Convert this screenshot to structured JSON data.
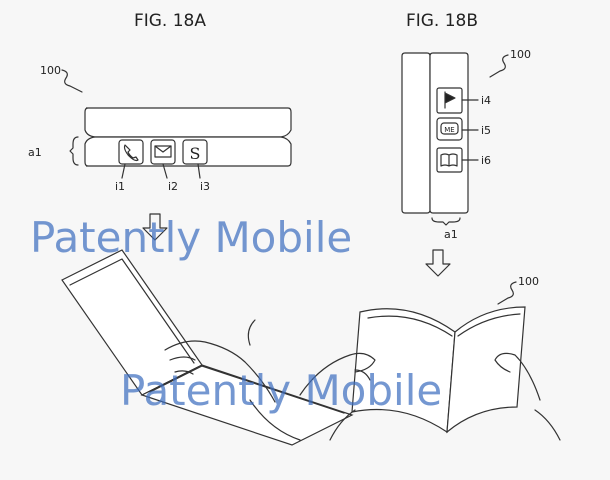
{
  "figures": {
    "a": {
      "title": "FIG. 18A",
      "ref_device": "100",
      "ref_area": "a1",
      "icons": [
        {
          "label": "i1",
          "icon": "phone-icon"
        },
        {
          "label": "i2",
          "icon": "envelope-icon"
        },
        {
          "label": "i3",
          "icon": "s-letter-icon",
          "glyph": "S"
        }
      ]
    },
    "b": {
      "title": "FIG. 18B",
      "ref_device": "100",
      "ref_device_bottom": "100",
      "ref_area": "a1",
      "icons": [
        {
          "label": "i4",
          "icon": "flag-icon"
        },
        {
          "label": "i5",
          "icon": "badge-icon",
          "glyph": "ME"
        },
        {
          "label": "i6",
          "icon": "book-icon"
        }
      ]
    }
  },
  "watermark": "Patently Mobile"
}
